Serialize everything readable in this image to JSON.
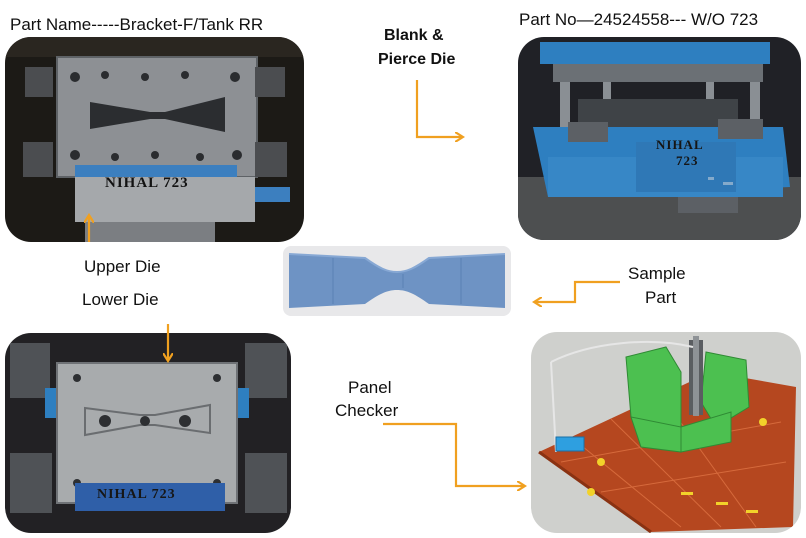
{
  "labels": {
    "part_name": "Part Name-----Bracket-F/Tank RR",
    "part_no": "Part No—24524558---  W/O 723",
    "blank_pierce_line1": "Blank &",
    "blank_pierce_line2": "Pierce Die",
    "upper_die": "Upper Die",
    "lower_die": "Lower Die",
    "sample_line1": "Sample",
    "sample_line2": "Part",
    "panel_line1": "Panel",
    "panel_line2": "Checker"
  },
  "photos": {
    "upper_die_stamp": "NIHAL 723",
    "pierce_die_stamp_line1": "NIHAL",
    "pierce_die_stamp_line2": "723",
    "lower_die_stamp": "NIHAL 723"
  },
  "colors": {
    "arrow": "#F0A020",
    "die_blue": "#2E7FC0",
    "checker_green": "#4CC050",
    "checker_base": "#B5471F",
    "sample_part": "#6E93C4"
  }
}
